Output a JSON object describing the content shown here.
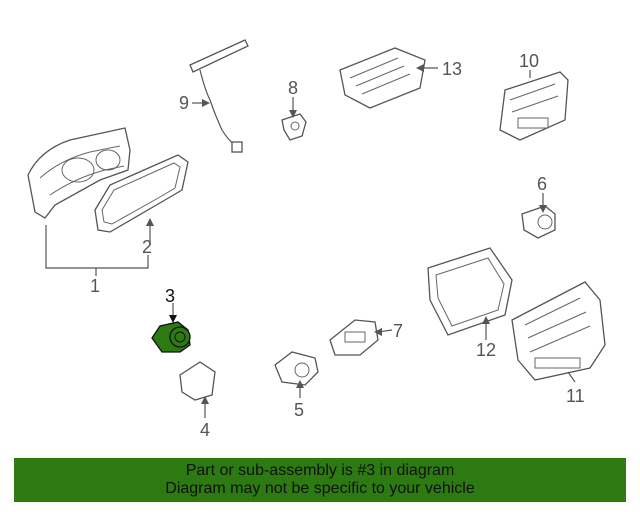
{
  "callouts": {
    "n1": "1",
    "n2": "2",
    "n3": "3",
    "n4": "4",
    "n5": "5",
    "n6": "6",
    "n7": "7",
    "n8": "8",
    "n9": "9",
    "n10": "10",
    "n11": "11",
    "n12": "12",
    "n13": "13"
  },
  "highlight": {
    "part": "3",
    "color": "#2d7a12"
  },
  "banner": {
    "line1": "Part or sub-assembly is #3 in diagram",
    "line2": "Diagram may not be specific to your vehicle"
  }
}
